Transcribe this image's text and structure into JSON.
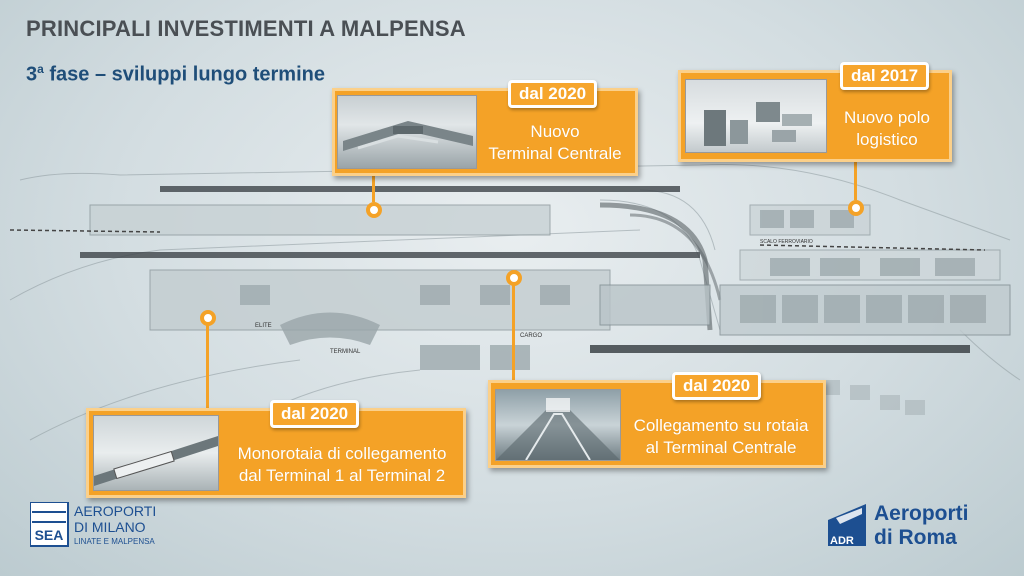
{
  "slide": {
    "title": "PRINCIPALI INVESTIMENTI A MALPENSA",
    "subtitle_prefix": "3",
    "subtitle_sup": "a",
    "subtitle_rest": " fase – sviluppi lungo termine"
  },
  "callouts": [
    {
      "id": "terminal-centrale",
      "year": "dal 2020",
      "line1": "Nuovo",
      "line2": "Terminal Centrale"
    },
    {
      "id": "polo-logistico",
      "year": "dal 2017",
      "line1": "Nuovo polo",
      "line2": "logistico"
    },
    {
      "id": "monorotaia",
      "year": "dal 2020",
      "line1": "Monorotaia di collegamento",
      "line2": "dal Terminal 1 al Terminal 2"
    },
    {
      "id": "rotaia",
      "year": "dal 2020",
      "line1": "Collegamento su rotaia",
      "line2": "al Terminal Centrale"
    }
  ],
  "map_labels": {
    "terminal": "TERMINAL",
    "cargo": "CARGO",
    "elite": "ELITE",
    "scalo": "SCALO FERROVIARIO"
  },
  "logos": {
    "sea_mark": "SEA",
    "sea_line1": "AEROPORTI",
    "sea_line2": "DI MILANO",
    "sea_line3": "LINATE E MALPENSA",
    "adr_mark": "ADR",
    "adr_line1": "Aeroporti",
    "adr_line2": "di Roma"
  },
  "colors": {
    "accent": "#f4a227",
    "title": "#4a4f54",
    "subtitle": "#1f4e79",
    "adr_blue": "#1d4f91"
  }
}
